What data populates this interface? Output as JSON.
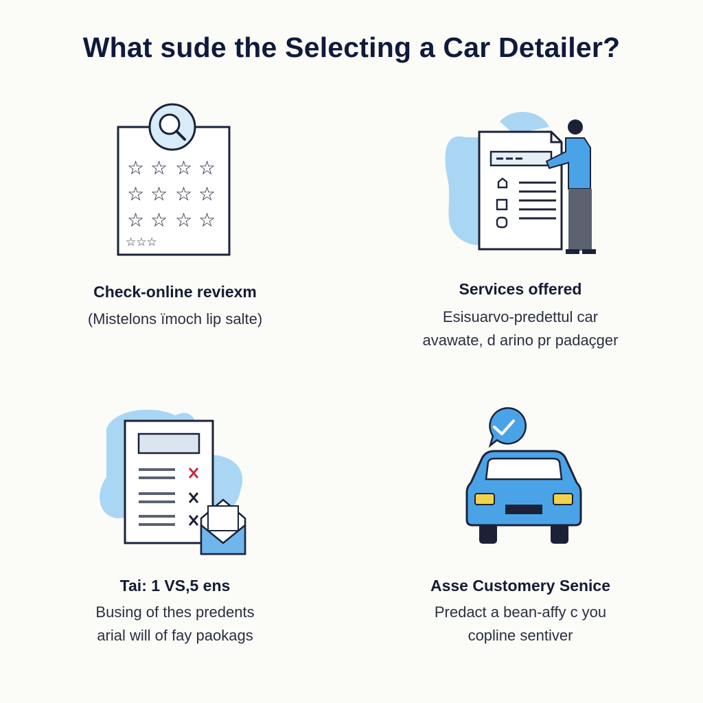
{
  "title": "What sude the Selecting a Car Detailer?",
  "items": [
    {
      "heading": "Check-online reviexm",
      "desc": [
        "(Mistelons ïmoch lip salte)"
      ],
      "icon": "review-stars-checklist-icon"
    },
    {
      "heading": "Services offered",
      "desc": [
        "Esisuarvo-predettul car",
        "avawate, d arino pr padaçger"
      ],
      "icon": "person-at-service-board-icon"
    },
    {
      "heading": "Tai: 1 VS,5 ens",
      "desc": [
        "Busing of thes predents",
        "arial will of fay paokags"
      ],
      "icon": "price-list-envelope-icon"
    },
    {
      "heading": "Asse Customery Senice",
      "desc": [
        "Predact a bean-affy c you",
        "copline sentiver"
      ],
      "icon": "car-with-check-icon"
    }
  ],
  "colors": {
    "navy": "#1b2238",
    "blue": "#4aa3e6",
    "light_blue": "#a9d6f3",
    "red_cross": "#c0303a"
  }
}
